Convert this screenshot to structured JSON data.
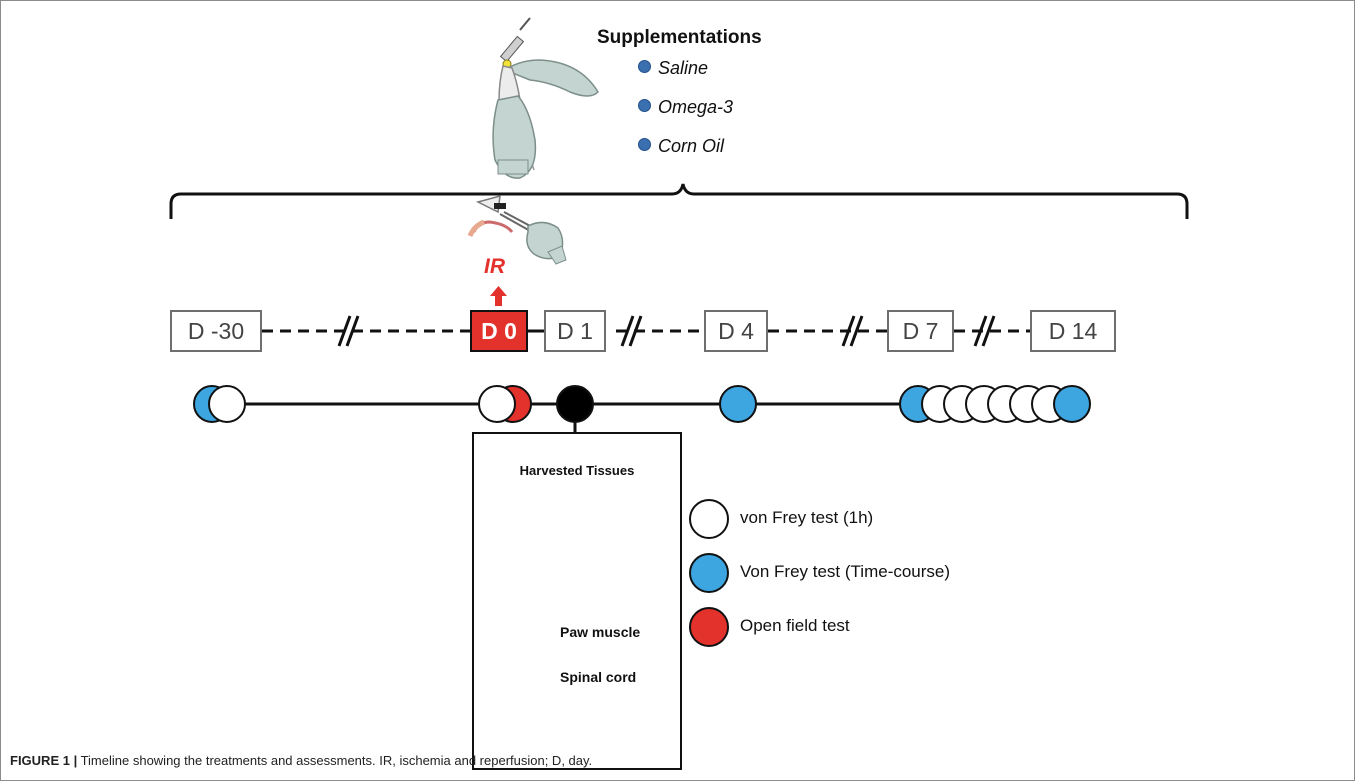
{
  "supplementations": {
    "title": "Supplementations",
    "items": [
      "Saline",
      "Omega-3",
      "Corn Oil"
    ]
  },
  "intervention": {
    "label": "IR"
  },
  "timeline": {
    "days": [
      {
        "label": "D -30",
        "highlight": false
      },
      {
        "label": "D 0",
        "highlight": true
      },
      {
        "label": "D 1",
        "highlight": false
      },
      {
        "label": "D 4",
        "highlight": false
      },
      {
        "label": "D 7",
        "highlight": false
      },
      {
        "label": "D 14",
        "highlight": false
      }
    ]
  },
  "tissues": {
    "title": "Harvested Tissues",
    "items": [
      "Paw muscle",
      "Spinal cord"
    ]
  },
  "legend": {
    "items": [
      {
        "label": "von Frey test (1h)",
        "color": "#ffffff"
      },
      {
        "label": "Von Frey test (Time-course)",
        "color": "#3da5e0"
      },
      {
        "label": "Open field test",
        "color": "#e3312b"
      }
    ]
  },
  "colors": {
    "blue": "#3da5e0",
    "red": "#e3312b",
    "black": "#000000",
    "white": "#ffffff"
  },
  "caption": {
    "label": "FIGURE 1 |",
    "text": " Timeline showing the treatments and assessments. IR, ischemia and reperfusion; D, day."
  }
}
